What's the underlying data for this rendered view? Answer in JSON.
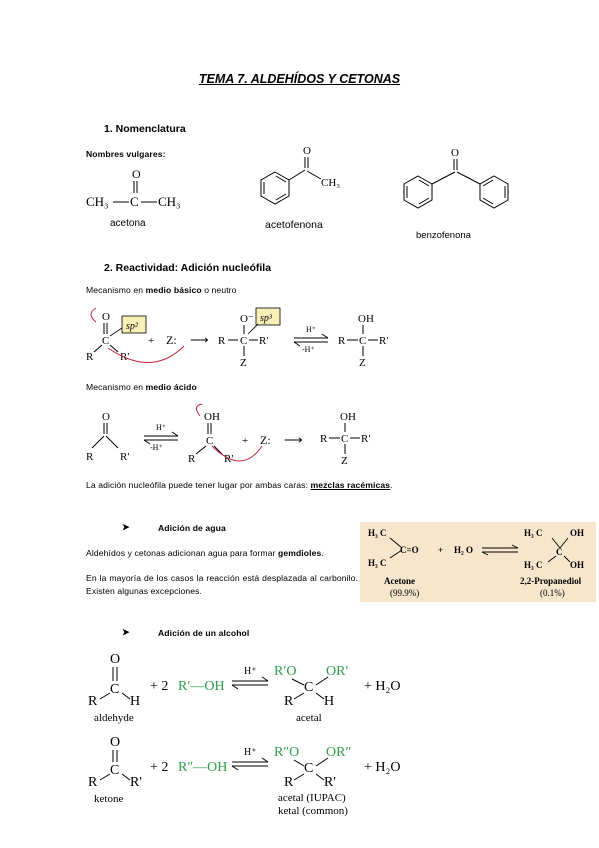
{
  "title": "TEMA 7. ALDEHÍDOS Y CETONAS",
  "section1": {
    "heading": "1.   Nomenclatura",
    "subheading": "Nombres vulgares:",
    "acetona_formula": {
      "left": "CH₃",
      "center": "C",
      "right": "CH₃",
      "oxygen": "O"
    },
    "acetofenona_ch3": "CH₃",
    "oxygen": "O",
    "labels": [
      "acetona",
      "acetofenona",
      "benzofenona"
    ]
  },
  "section2": {
    "heading": "2.   Reactividad: Adición nucleófila",
    "basic_pre": "Mecanismo en ",
    "basic_bold": "medio básico",
    "basic_post": " o neutro",
    "acid_pre": "Mecanismo en ",
    "acid_bold": "medio ácido",
    "faces_text": "La adición nucleófila puede tener lugar por ambas caras: ",
    "faces_bold": "mezclas racémicas",
    "faces_end": "."
  },
  "mech": {
    "R": "R",
    "Rp": "R'",
    "C": "C",
    "O": "O",
    "Ominus": "O⁻",
    "Z": "Z",
    "Zcolon": "Z:",
    "OH": "OH",
    "sp2": "sp²",
    "sp3": "sp³",
    "plus": "+",
    "Hplus": "H⁺",
    "minusH": "-H⁺",
    "arrow": "⟶"
  },
  "water": {
    "bullet": "➤",
    "heading": "Adición de agua",
    "line1_pre": "Aldehídos y cetonas adicionan agua para formar ",
    "line1_bold": "gemdioles",
    "line1_end": ".",
    "para": "En la mayoría de los casos la reacción está desplazada al carbonilo. Existen algunas excepciones.",
    "box": {
      "h3c": "H₃ C",
      "co": "C=O",
      "plus": "+",
      "h2o": "H₂ O",
      "c": "C",
      "oh": "OH",
      "left_name": "Acetone",
      "left_pct": "(99.9%)",
      "right_name": "2,2-Propanediol",
      "right_pct": "(0.1%)"
    }
  },
  "alcohol": {
    "bullet": "➤",
    "heading": "Adición de un alcohol",
    "r1": {
      "plus_reagent": "+ 2 ",
      "reagent": "R′—OH",
      "catalyst": "H⁺",
      "prod_left": "R′O",
      "prod_right": "OR′",
      "plus_water": "+  H₂O",
      "aldehyde": "aldehyde",
      "acetal": "acetal",
      "H": "H"
    },
    "r2": {
      "plus_reagent": "+ 2 ",
      "reagent": "R″—OH",
      "catalyst": "H⁺",
      "prod_left": "R″O",
      "prod_right": "OR″",
      "plus_water": "+  H₂O",
      "ketone": "ketone",
      "acetal_iupac": "acetal (IUPAC)",
      "ketal_common": "ketal (common)"
    }
  }
}
